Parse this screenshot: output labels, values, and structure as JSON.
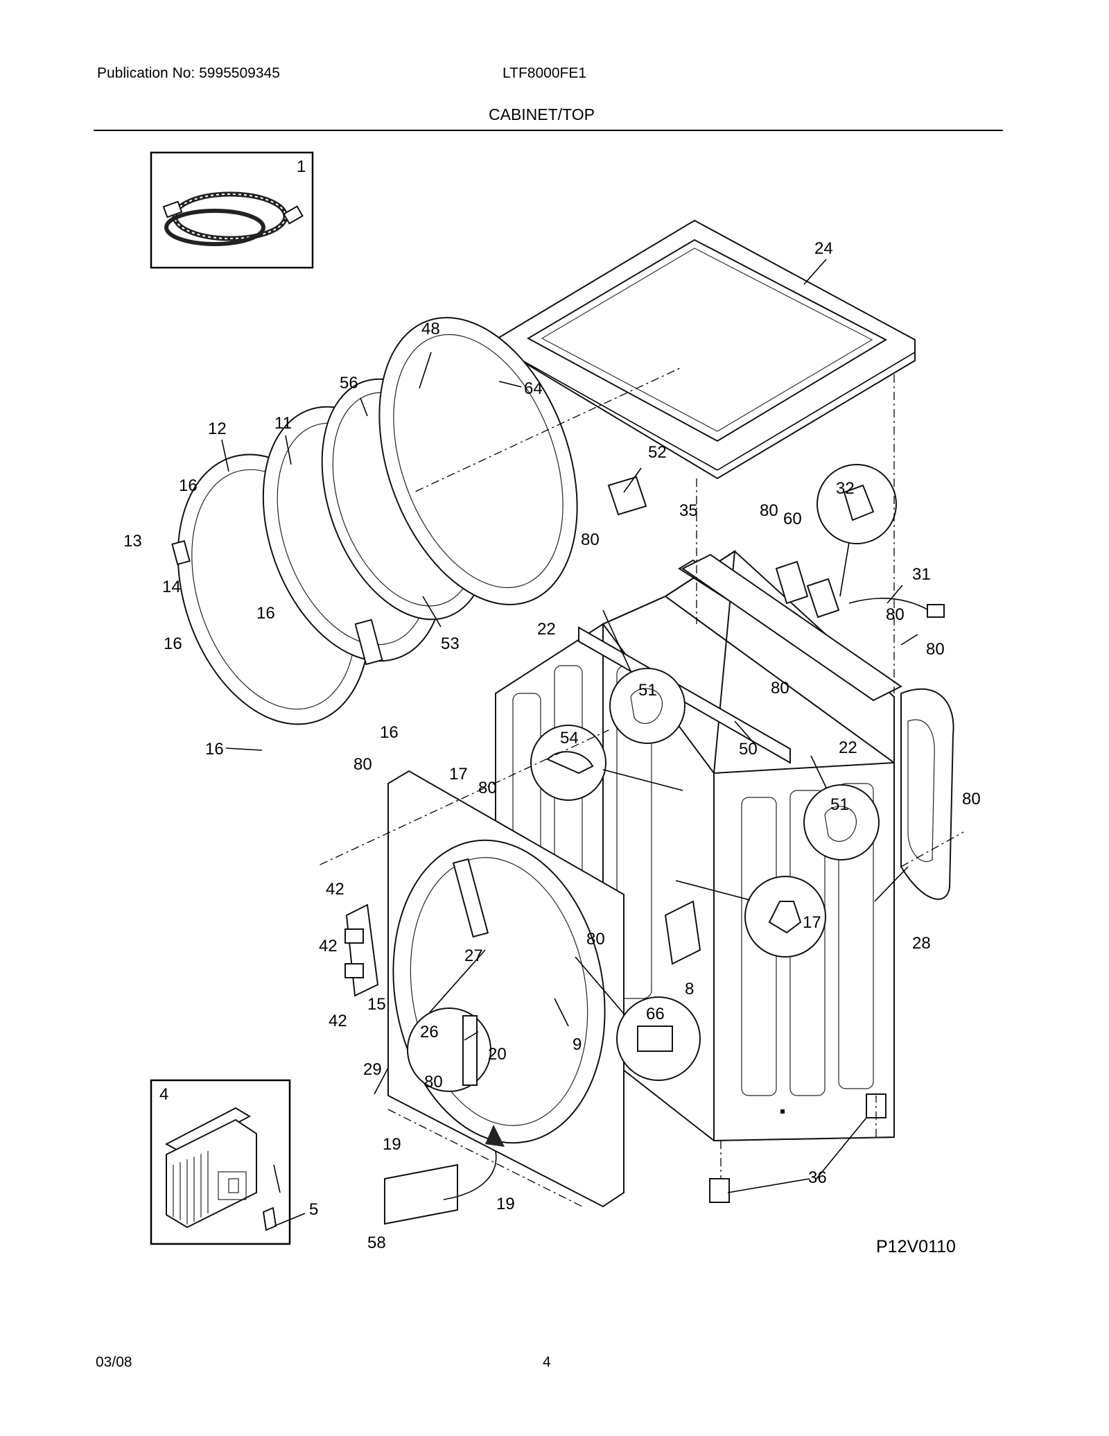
{
  "header": {
    "publication": "Publication No: 5995509345",
    "model": "LTF8000FE1",
    "section": "CABINET/TOP"
  },
  "footer": {
    "date": "03/08",
    "page": "4"
  },
  "diagram_code": "P12V0110",
  "callouts": {
    "c1": "1",
    "c4": "4",
    "c5": "5",
    "c24": "24",
    "c48": "48",
    "c56": "56",
    "c64": "64",
    "c12": "12",
    "c11": "11",
    "c16a": "16",
    "c13": "13",
    "c14": "14",
    "c16b": "16",
    "c16c": "16",
    "c16d": "16",
    "c16e": "16",
    "c53": "53",
    "c52": "52",
    "c35": "35",
    "c80a": "80",
    "c60": "60",
    "c32": "32",
    "c31": "31",
    "c80b": "80",
    "c80c": "80",
    "c22a": "22",
    "c51a": "51",
    "c80d": "80",
    "c50": "50",
    "c22b": "22",
    "c54": "54",
    "c17a": "17",
    "c80e": "80",
    "c80f": "80",
    "c51b": "51",
    "c80g": "80",
    "c42a": "42",
    "c42b": "42",
    "c42c": "42",
    "c15": "15",
    "c27": "27",
    "c80h": "80",
    "c17b": "17",
    "c28": "28",
    "c8": "8",
    "c66": "66",
    "c9": "9",
    "c26": "26",
    "c20": "20",
    "c29": "29",
    "c80i": "80",
    "c19a": "19",
    "c19b": "19",
    "c58": "58",
    "c36": "36"
  }
}
